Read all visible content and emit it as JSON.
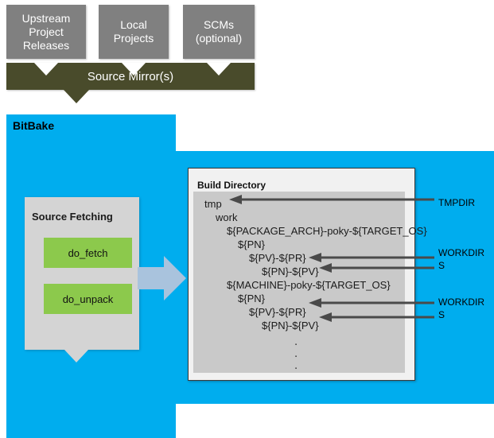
{
  "diagram": {
    "title": "BitBake Source Fetching and Build Directory Layout",
    "colors": {
      "blue": "#00ADEE",
      "green": "#8CC94C",
      "gray_box": "#808080",
      "olive": "#494B2B",
      "panel_gray": "#D4D4D4",
      "tree_gray": "#C9C9C9",
      "arrow_blue_gray": "#A9C3DD",
      "arrow_dark": "#4A4A4A"
    }
  },
  "sources": {
    "boxes": [
      {
        "label": "Upstream\nProject\nReleases"
      },
      {
        "label": "Local\nProjects"
      },
      {
        "label": "SCMs\n(optional)"
      }
    ],
    "mirror_label": "Source Mirror(s)"
  },
  "bitbake": {
    "label": "BitBake",
    "fetch_panel": {
      "title": "Source Fetching",
      "tasks": [
        {
          "label": "do_fetch"
        },
        {
          "label": "do_unpack"
        }
      ]
    }
  },
  "build_directory": {
    "title": "Build Directory",
    "tree": [
      {
        "text": "tmp",
        "indent": 0
      },
      {
        "text": "work",
        "indent": 1
      },
      {
        "text": "${PACKAGE_ARCH}-poky-${TARGET_OS}",
        "indent": 2
      },
      {
        "text": "${PN}",
        "indent": 3
      },
      {
        "text": "${PV}-${PR}",
        "indent": 4
      },
      {
        "text": "${PN}-${PV}",
        "indent": 5
      },
      {
        "text": "${MACHINE}-poky-${TARGET_OS}",
        "indent": 2
      },
      {
        "text": "${PN}",
        "indent": 3
      },
      {
        "text": "${PV}-${PR}",
        "indent": 4
      },
      {
        "text": "${PN}-${PV}",
        "indent": 5
      }
    ],
    "ellipsis": [
      ".",
      ".",
      "."
    ]
  },
  "annotations": [
    {
      "label": "TMPDIR"
    },
    {
      "label": "WORKDIR"
    },
    {
      "label": "S"
    },
    {
      "label": "WORKDIR"
    },
    {
      "label": "S"
    }
  ]
}
